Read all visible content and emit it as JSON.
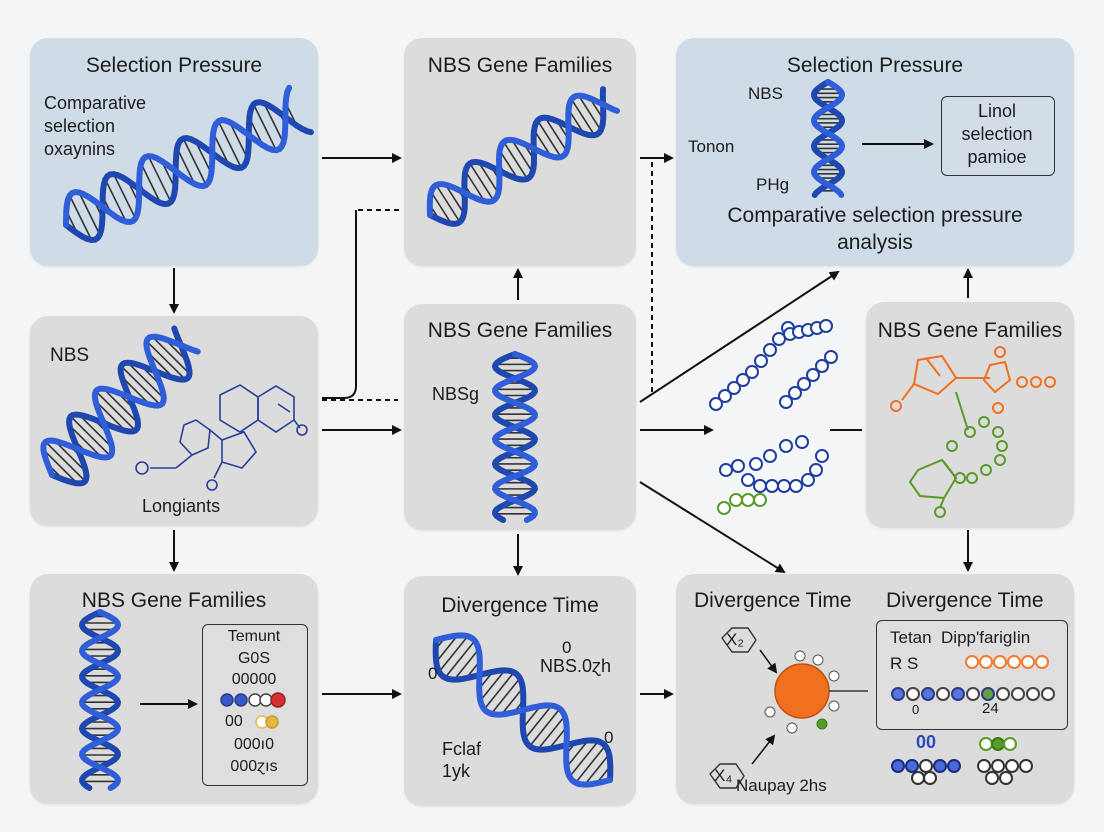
{
  "panels": {
    "p1": {
      "title": "Selection Pressure",
      "desc": "Comparative\nselection\noxaynins"
    },
    "p2": {
      "title": "NBS Gene Families"
    },
    "p3": {
      "title": "Selection Pressure",
      "l_nbs": "NBS",
      "l_tonon": "Tonon",
      "l_phg": "PHg",
      "box": "Linol\nselection\npamioe",
      "subtitle": "Comparative selection pressure\nanalysis"
    },
    "p4": {
      "l_nbs": "NBS",
      "l_long": "Longiants"
    },
    "p5": {
      "title": "NBS Gene Families",
      "l_nbsg": "NBSg"
    },
    "p6": {
      "title": "NBS Gene Families"
    },
    "p7": {
      "title": "NBS Gene Families",
      "list": [
        "Temunt",
        "G0S",
        "00000",
        "",
        "00",
        "000ı0",
        "000ɀıs"
      ]
    },
    "p8": {
      "title": "Divergence Time",
      "l_zero1": "0",
      "l_zero2": "0",
      "l_zero3": "0",
      "l_nbs02h": "NBS.0ɀh",
      "l_fclaf": "Fclaf\n1yk"
    },
    "p9": {
      "title_a": "Divergence Time",
      "title_b": "Divergence Time",
      "l_x2": "X₂",
      "l_x4": "X₄",
      "l_naupay": "Naupay 2hs",
      "box_top": "Tetan  Dipp'farigIin",
      "box_rs": "R S",
      "box_0": "0",
      "box_24": "24",
      "l_00": "00"
    }
  },
  "colors": {
    "blue_panel": "#cfdbe6",
    "grey_panel": "#dcdcdc",
    "dna": "#1f47b0",
    "orange": "#f07020",
    "green": "#5a9a2a",
    "red": "#d02020",
    "yellow": "#e8b030"
  },
  "icons": [
    "dna-helix-icon",
    "molecule-icon",
    "bead-chain-icon",
    "arrow-icon"
  ]
}
